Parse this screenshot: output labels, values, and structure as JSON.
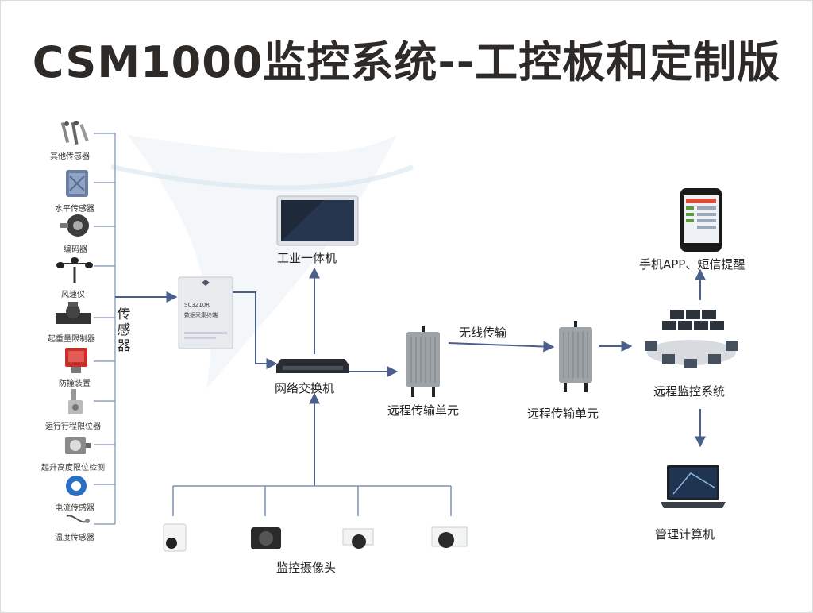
{
  "title": "CSM1000监控系统--工控板和定制版",
  "sensor_group_label": "传感器",
  "sensors": [
    "其他传感器",
    "水平传感器",
    "编码器",
    "风速仪",
    "起重量限制器",
    "防撞装置",
    "运行行程限位器",
    "起升高度限位检测",
    "电流传感器",
    "温度传感器"
  ],
  "collector": {
    "model": "SC3210R",
    "subtitle": "数据采集终端"
  },
  "nodes": {
    "panel_pc": "工业一体机",
    "switch": "网络交换机",
    "remote_unit_1": "远程传输单元",
    "wireless": "无线传输",
    "remote_unit_2": "远程传输单元",
    "monitor_system": "远程监控系统",
    "mobile": "手机APP、短信提醒",
    "computer": "管理计算机",
    "cameras": "监控摄像头"
  },
  "colors": {
    "title": "#2e2a28",
    "arrow": "#4a5f8c",
    "sensor_line": "#7b8fb5"
  }
}
